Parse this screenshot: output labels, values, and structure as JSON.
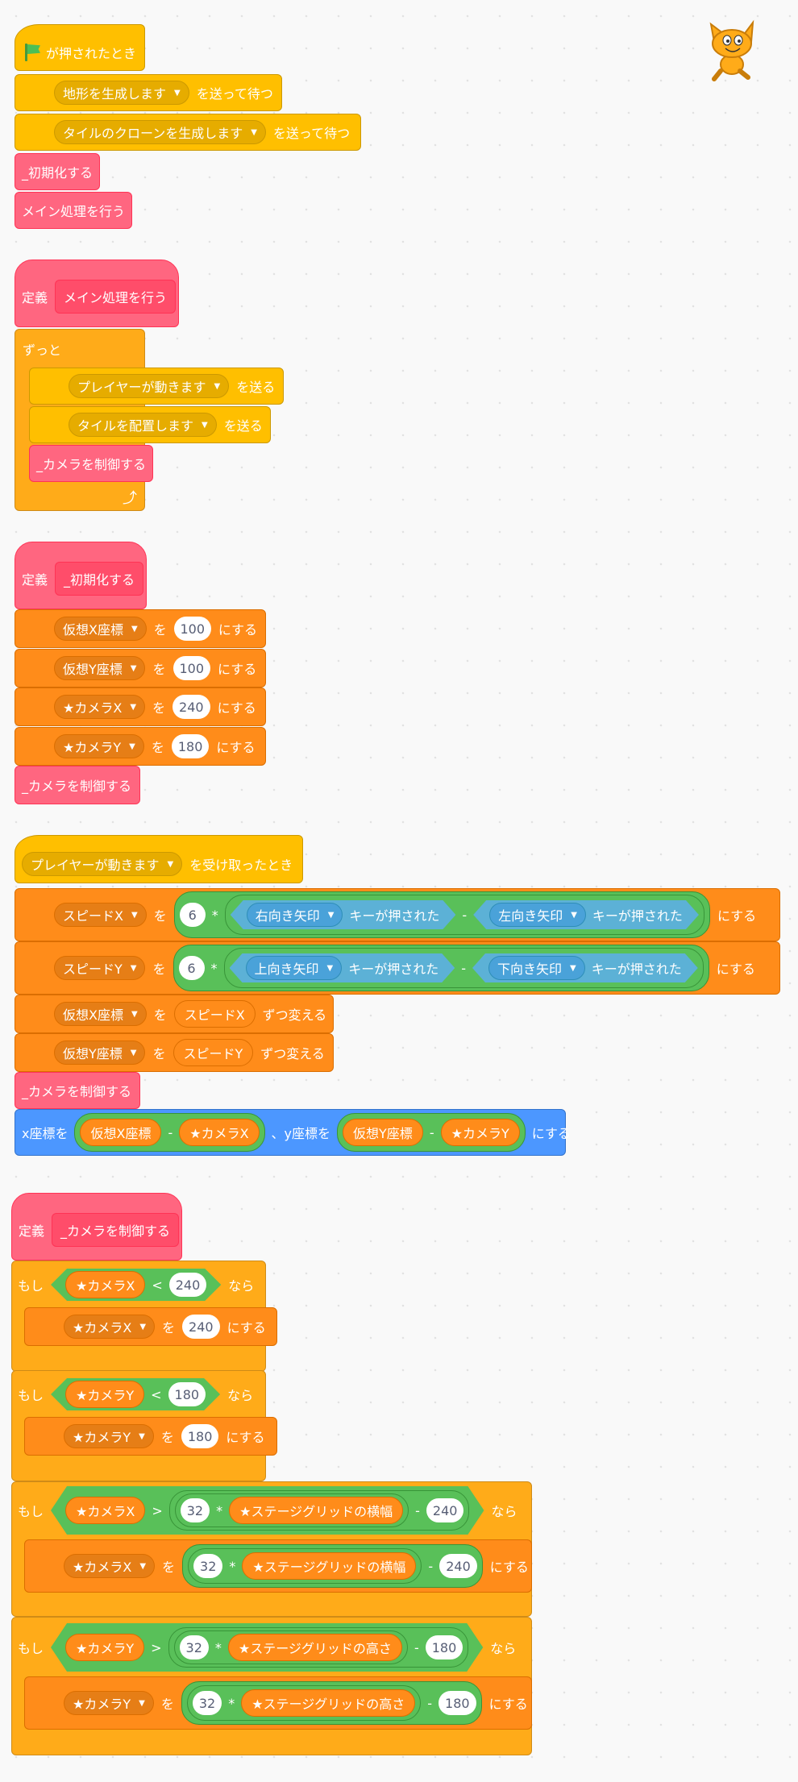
{
  "script1": {
    "hat_label": "が押されたとき",
    "broadcast1_msg": "地形を生成します",
    "broadcast1_suffix": "を送って待つ",
    "broadcast2_msg": "タイルのクローンを生成します",
    "broadcast2_suffix": "を送って待つ",
    "call1": "_初期化する",
    "call2": "メイン処理を行う"
  },
  "script2": {
    "define_label": "定義",
    "proc_name": "メイン処理を行う",
    "forever_label": "ずっと",
    "bc1_msg": "プレイヤーが動きます",
    "bc1_suffix": "を送る",
    "bc2_msg": "タイルを配置します",
    "bc2_suffix": "を送る",
    "call": "_カメラを制御する"
  },
  "script3": {
    "define_label": "定義",
    "proc_name": "_初期化する",
    "set_rows": [
      {
        "var": "仮想X座標",
        "to": "を",
        "value": "100",
        "suffix": "にする"
      },
      {
        "var": "仮想Y座標",
        "to": "を",
        "value": "100",
        "suffix": "にする"
      },
      {
        "var": "★カメラX",
        "to": "を",
        "value": "240",
        "suffix": "にする"
      },
      {
        "var": "★カメラY",
        "to": "を",
        "value": "180",
        "suffix": "にする"
      }
    ],
    "call": "_カメラを制御する"
  },
  "script4": {
    "hat_msg": "プレイヤーが動きます",
    "hat_suffix": "を受け取ったとき",
    "speedx": {
      "var": "スピードX",
      "to": "を",
      "num": "6",
      "mul": "*",
      "key1": "右向き矢印",
      "key_suffix": "キーが押された",
      "minus": "-",
      "key2": "左向き矢印",
      "suffix": "にする"
    },
    "speedy": {
      "var": "スピードY",
      "to": "を",
      "num": "6",
      "mul": "*",
      "key1": "上向き矢印",
      "key_suffix": "キーが押された",
      "minus": "-",
      "key2": "下向き矢印",
      "suffix": "にする"
    },
    "change1": {
      "var": "仮想X座標",
      "to": "を",
      "by": "スピードX",
      "suffix": "ずつ変える"
    },
    "change2": {
      "var": "仮想Y座標",
      "to": "を",
      "by": "スピードY",
      "suffix": "ずつ変える"
    },
    "call": "_カメラを制御する",
    "goto": {
      "x_label": "x座標を",
      "a1": "仮想X座標",
      "minus": "-",
      "b1": "★カメラX",
      "y_label": "、y座標を",
      "a2": "仮想Y座標",
      "b2": "★カメラY",
      "suffix": "にする"
    }
  },
  "script5": {
    "define_label": "定義",
    "proc_name": "_カメラを制御する",
    "if_label": "もし",
    "then_label": "なら",
    "if1": {
      "var": "★カメラX",
      "op": "<",
      "value": "240",
      "set_var": "★カメラX",
      "to": "を",
      "set_value": "240",
      "suffix": "にする"
    },
    "if2": {
      "var": "★カメラY",
      "op": "<",
      "value": "180",
      "set_var": "★カメラY",
      "to": "を",
      "set_value": "180",
      "suffix": "にする"
    },
    "if3": {
      "var": "★カメラX",
      "op": ">",
      "num": "32",
      "mul": "*",
      "grid": "★ステージグリッドの横幅",
      "minus": "-",
      "sub": "240",
      "set_var": "★カメラX",
      "to": "を",
      "suffix": "にする"
    },
    "if4": {
      "var": "★カメラY",
      "op": ">",
      "num": "32",
      "mul": "*",
      "grid": "★ステージグリッドの高さ",
      "minus": "-",
      "sub": "180",
      "set_var": "★カメラY",
      "to": "を",
      "suffix": "にする"
    }
  },
  "colors": {
    "events": "#ffbf00",
    "control": "#ffab19",
    "variables": "#ff8c1a",
    "my_blocks": "#ff6680",
    "motion": "#4c97ff",
    "operators": "#59c059",
    "sensing": "#5cb1d6"
  },
  "icons": {
    "flag": "green-flag-icon",
    "sprite": "scratch-cat-icon",
    "loop": "loop-arrow-icon"
  }
}
